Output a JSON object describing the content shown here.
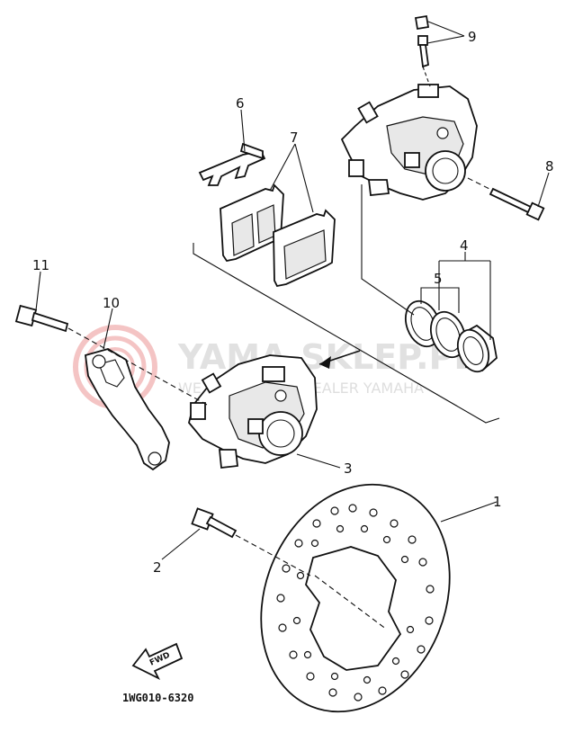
{
  "callouts": [
    "1",
    "2",
    "3",
    "4",
    "5",
    "6",
    "7",
    "8",
    "9",
    "10",
    "11"
  ],
  "diagram_code": "1WG010-6320",
  "forward_label": "FWD",
  "watermark": {
    "title": "YAMA-SKLEP.PL",
    "subtitle": "WE DEALER CZ | DEALER YAMAHA",
    "accent_color": "#e05a5a"
  }
}
